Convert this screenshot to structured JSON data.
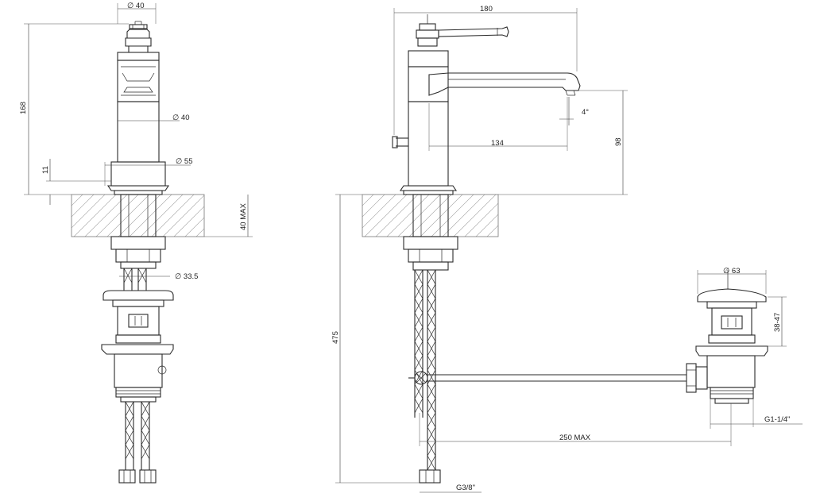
{
  "labels": {
    "dia_40_top": "∅ 40",
    "h_168": "168",
    "dia_40_body": "∅ 40",
    "dia_55": "∅ 55",
    "h_11": "11",
    "max_40": "40 MAX",
    "dia_33_5": "∅ 33.5",
    "w_180": "180",
    "angle_4": "4°",
    "reach_134": "134",
    "h_98": "98",
    "h_475": "475",
    "dia_63": "∅ 63",
    "range_38_47": "38-47",
    "thread_g114": "G1-1/4\"",
    "max_250": "250 MAX",
    "thread_g38": "G3/8\""
  }
}
